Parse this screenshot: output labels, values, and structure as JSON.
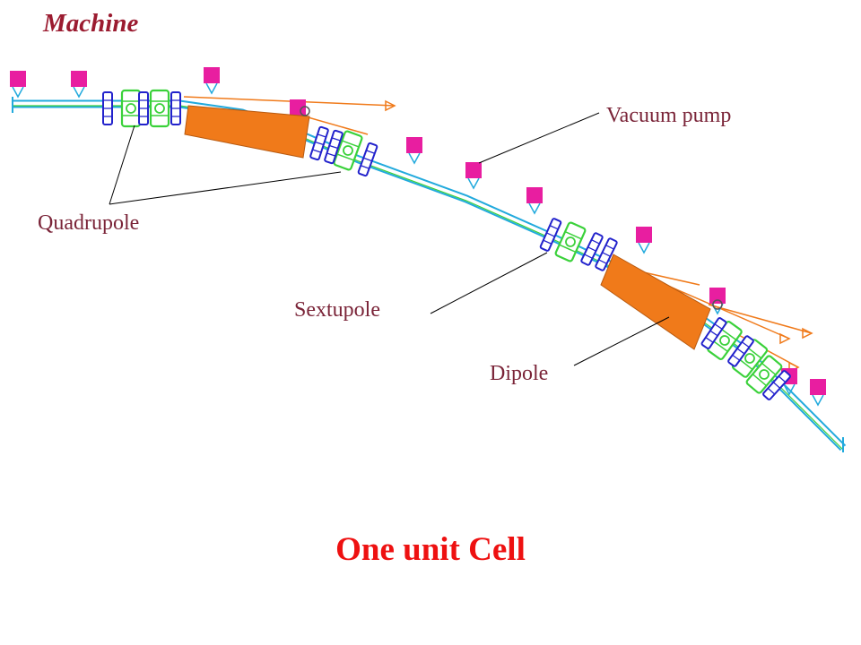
{
  "title": "Machine",
  "labels": {
    "vacuum_pump": "Vacuum pump",
    "quadrupole": "Quadrupole",
    "sextupole": "Sextupole",
    "dipole": "Dipole"
  },
  "caption": "One unit Cell",
  "colors": {
    "title": "#9b1b30",
    "label": "#7a2438",
    "caption": "#ee1111",
    "dipole": "#f07a1a",
    "quadrupole": "#3ad13a",
    "vacuum_pump": "#e81ea0",
    "magnet_coil": "#2222cc",
    "beam_pipe": "#22aadd"
  }
}
